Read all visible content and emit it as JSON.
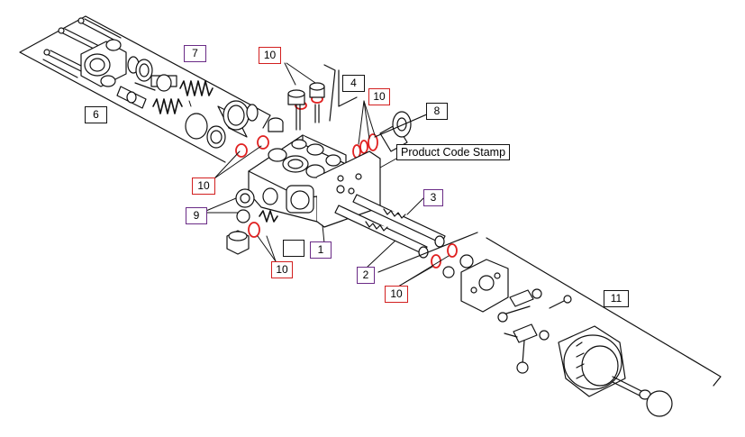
{
  "diagram": {
    "callouts": {
      "c1": "1",
      "c2": "2",
      "c3": "3",
      "c4": "4",
      "c5": "",
      "c6": "6",
      "c7": "7",
      "c8": "8",
      "c9": "9",
      "c10": "10",
      "c11": "11"
    },
    "stamp_label": "Product Code Stamp",
    "colors": {
      "line": "#111111",
      "oring": "#e02020",
      "purple_box": "#6a2b86",
      "red_box": "#d21f1f",
      "black_box": "#111111"
    }
  }
}
